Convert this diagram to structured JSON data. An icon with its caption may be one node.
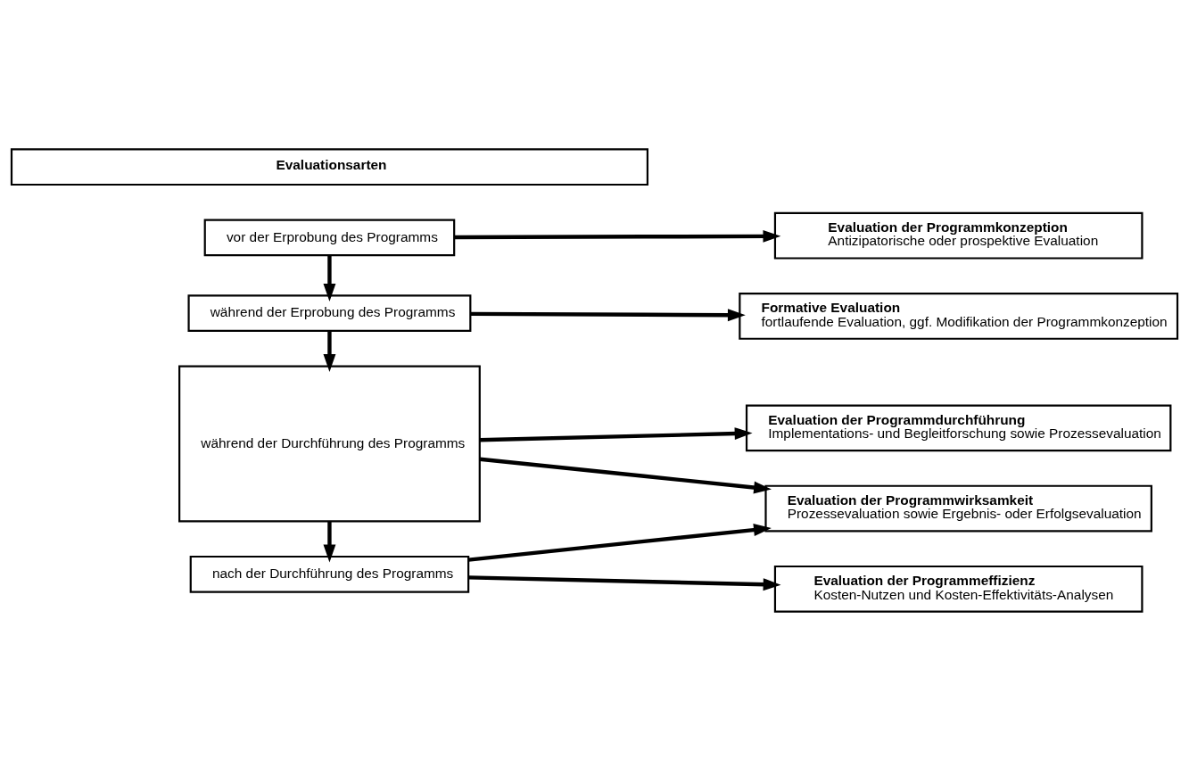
{
  "diagram": {
    "nodes": [
      {
        "text": [
          "Evaluationsarten"
        ]
      },
      {
        "text": [
          "vor der Erprobung des Programms"
        ]
      },
      {
        "text": [
          "Evaluation der Programmkonzeption",
          "Antizipatorische oder prospektive Evaluation"
        ]
      },
      {
        "text": [
          "während der Erprobung des Programms"
        ]
      },
      {
        "text": [
          "Formative Evaluation",
          "fortlaufende Evaluation, ggf. Modifikation der Programmkonzeption"
        ]
      },
      {
        "text": [
          "während der Durchführung des Programms"
        ]
      },
      {
        "text": [
          "Evaluation der Programmdurchführung",
          "Implementations- und Begleitforschung sowie Prozessevaluation"
        ]
      },
      {
        "text": [
          "Evaluation der Programmwirksamkeit",
          "Prozessevaluation sowie Ergebnis- oder Erfolgsevaluation"
        ]
      },
      {
        "text": [
          "nach der Durchführung des Programms"
        ]
      },
      {
        "text": [
          "Evaluation der Programmeffizienz",
          "Kosten-Nutzen und Kosten-Effektivitäts-Analysen"
        ]
      }
    ],
    "edges": [
      {
        "from": 1,
        "to": 2,
        "arrow": "to"
      },
      {
        "from": 1,
        "to": 3,
        "arrow": "to"
      },
      {
        "from": 3,
        "to": 4,
        "arrow": "to"
      },
      {
        "from": 3,
        "to": 5,
        "arrow": "to"
      },
      {
        "from": 5,
        "to": 6,
        "arrow": "to"
      },
      {
        "from": 5,
        "to": 7,
        "arrow": "to"
      },
      {
        "from": 5,
        "to": 8,
        "arrow": "to"
      },
      {
        "from": 8,
        "to": 7,
        "arrow": "to"
      },
      {
        "from": 8,
        "to": 9,
        "arrow": "to"
      }
    ]
  }
}
